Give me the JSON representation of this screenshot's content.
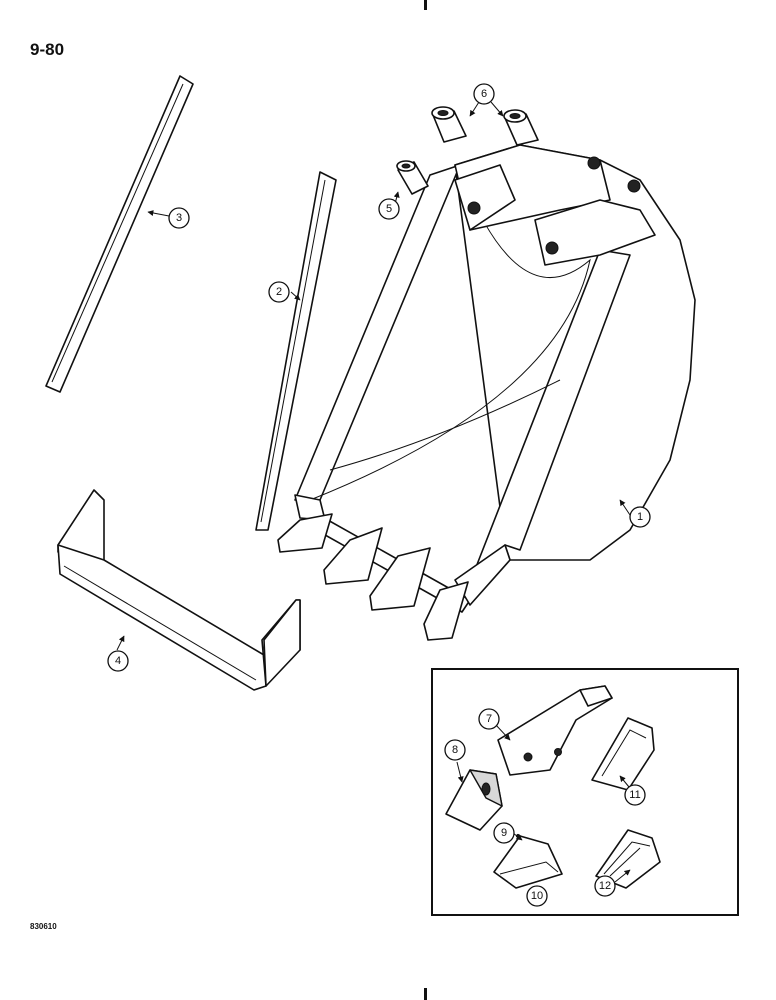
{
  "page_number": "9-80",
  "figure_code": "830610",
  "callouts": {
    "c1": "1",
    "c2": "2",
    "c3": "3",
    "c4": "4",
    "c5": "5",
    "c6": "6",
    "c7": "7",
    "c8": "8",
    "c9": "9",
    "c10": "10",
    "c11": "11",
    "c12": "12"
  }
}
